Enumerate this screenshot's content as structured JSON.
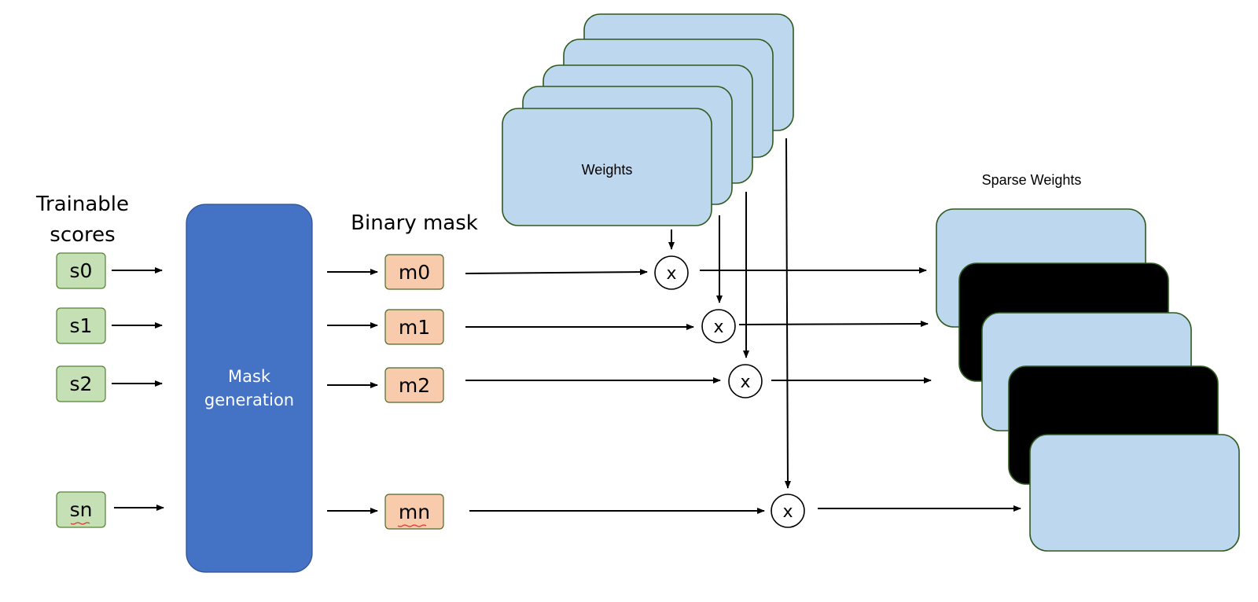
{
  "labels": {
    "trainable_scores_line1": "Trainable",
    "trainable_scores_line2": "scores",
    "binary_mask": "Binary mask",
    "weights": "Weights",
    "sparse_weights": "Sparse Weights",
    "mask_generation_line1": "Mask",
    "mask_generation_line2": "generation"
  },
  "scores": [
    "s0",
    "s1",
    "s2",
    "sn"
  ],
  "masks": [
    "m0",
    "m1",
    "m2",
    "mn"
  ],
  "operator_symbol": "x",
  "colors": {
    "score_fill": "#c5e0b4",
    "mask_fill": "#f8cbad",
    "mask_generation_fill": "#4472c4",
    "weight_fill": "#bdd7ee",
    "sparse_dark_fill": "#000000"
  }
}
